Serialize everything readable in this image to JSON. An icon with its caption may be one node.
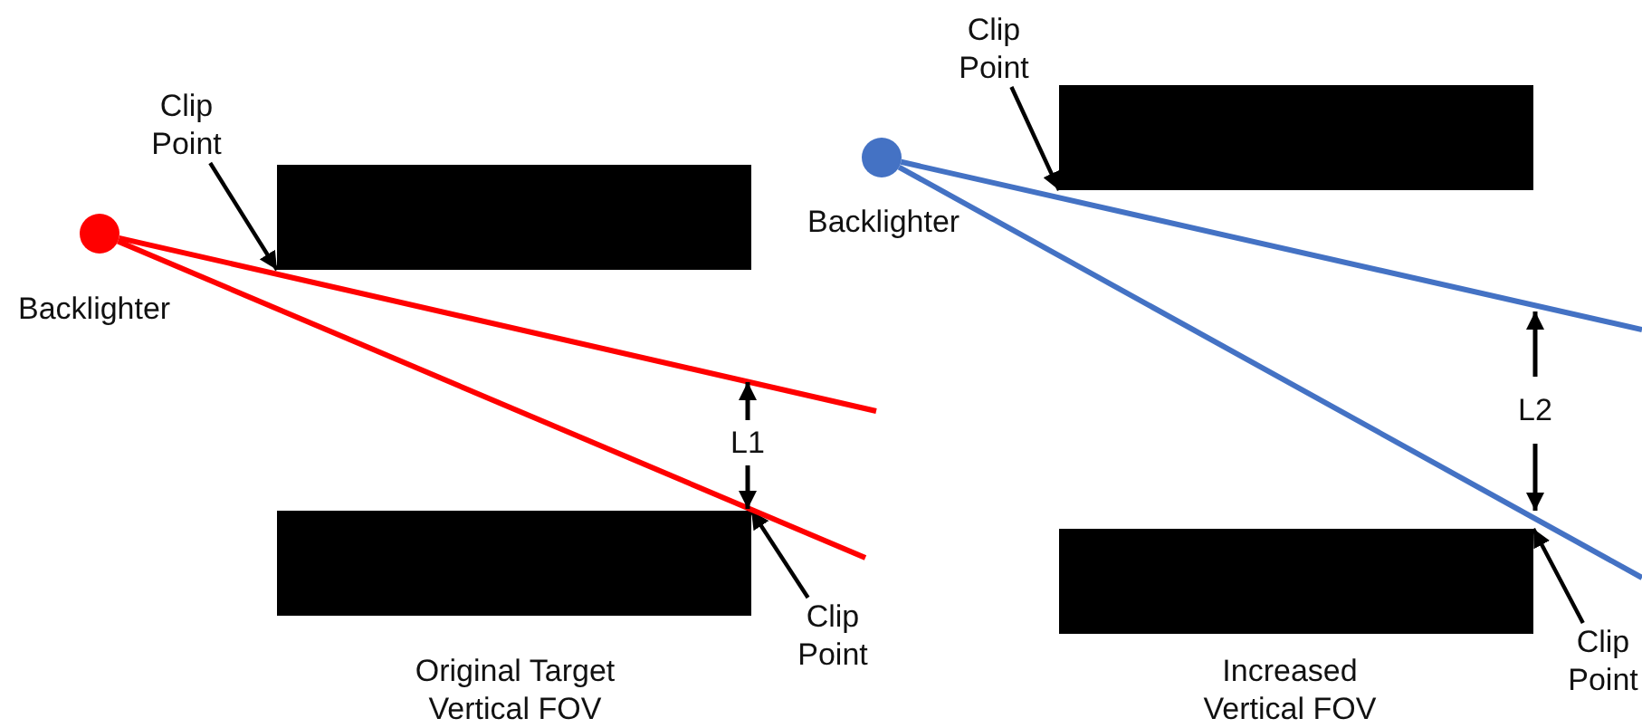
{
  "diagram": {
    "nodes": [
      {
        "text": [
          "Clip Point"
        ]
      },
      {
        "text": [],
        "shape": "box"
      },
      {
        "text": [],
        "shape": "circle",
        "beside": [
          "Backlighter"
        ]
      },
      {
        "text": [],
        "shape": "box"
      },
      {
        "text": [
          "Clip Point"
        ]
      },
      {
        "text": [
          "Clip Point"
        ]
      },
      {
        "text": [],
        "shape": "box"
      },
      {
        "text": [],
        "shape": "circle",
        "beside": [
          "Backlighter"
        ]
      },
      {
        "text": [],
        "shape": "box"
      },
      {
        "text": [
          "Clip Point"
        ]
      }
    ],
    "edges": [
      {
        "from": 0,
        "to": 1,
        "arrow": "to"
      },
      {
        "from": 4,
        "to": 3,
        "arrow": "to"
      },
      {
        "from": 2,
        "to": null,
        "arrow": "none",
        "color": "#ff0000"
      },
      {
        "from": 2,
        "to": null,
        "arrow": "none",
        "color": "#ff0000"
      },
      {
        "from": 5,
        "to": 6,
        "arrow": "to"
      },
      {
        "from": 9,
        "to": 8,
        "arrow": "to"
      },
      {
        "from": 7,
        "to": null,
        "arrow": "none",
        "color": "#4472c4"
      },
      {
        "from": 7,
        "to": null,
        "arrow": "none",
        "color": "#4472c4"
      }
    ],
    "labels": [
      "L1",
      "Original Target Vertical FOV",
      "L2",
      "Increased Vertical FOV"
    ]
  }
}
